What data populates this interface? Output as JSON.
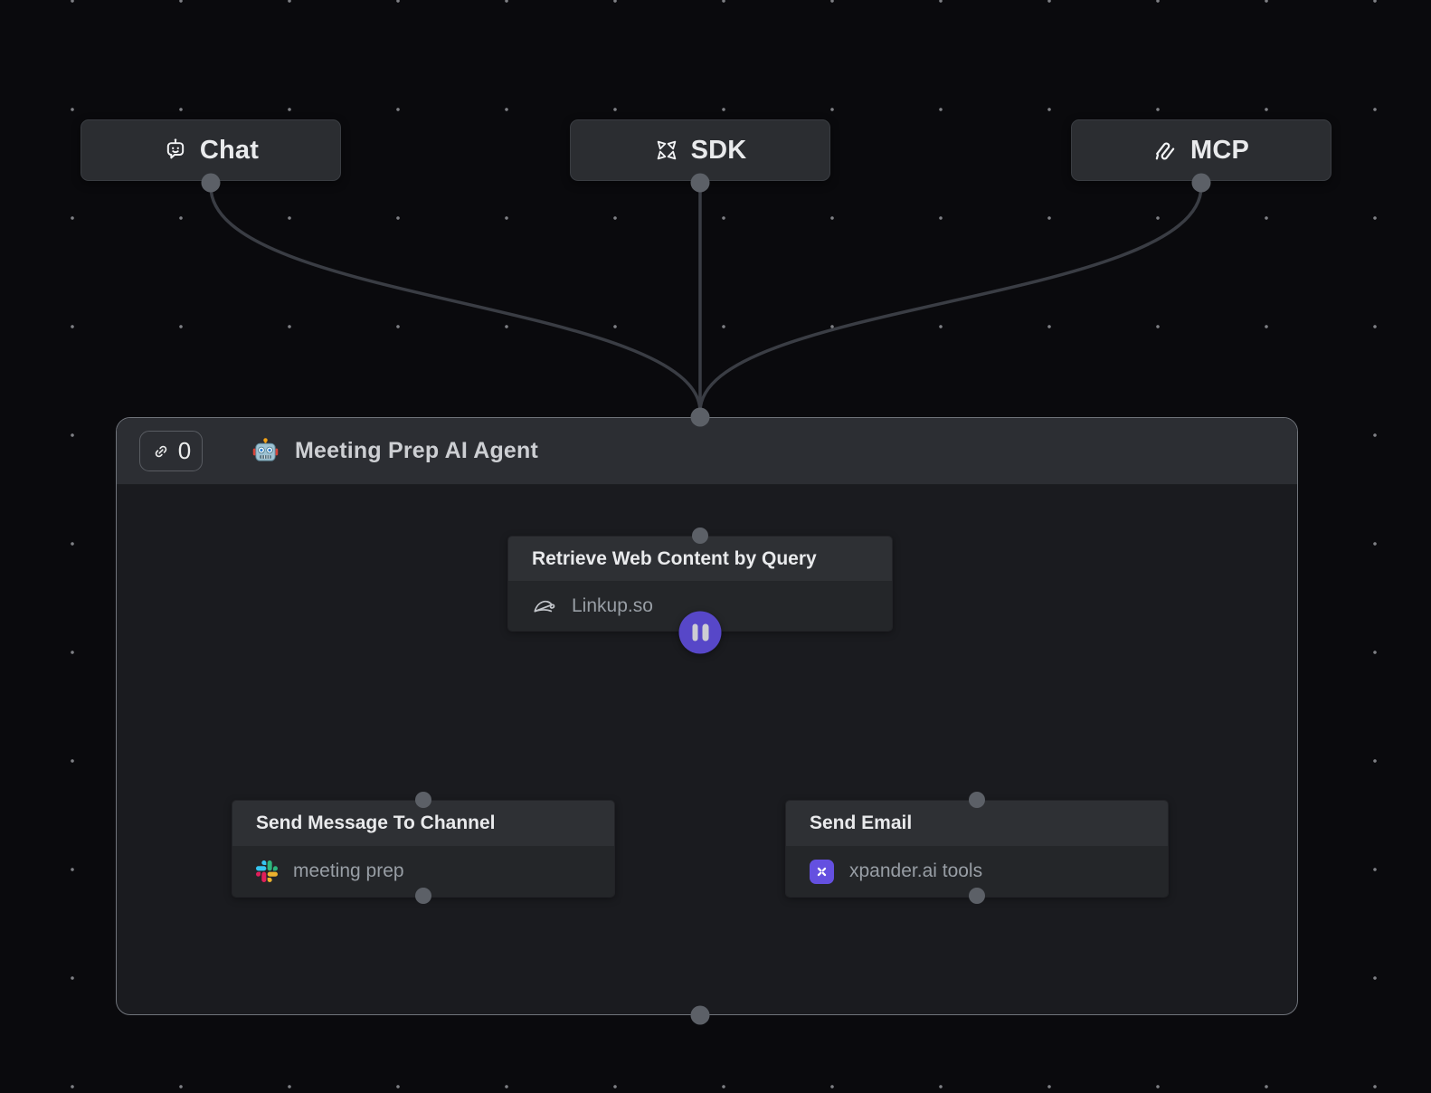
{
  "canvas": {
    "type": "agent-graph"
  },
  "entry_nodes": [
    {
      "id": "chat",
      "label": "Chat",
      "icon": "bot-chat-icon"
    },
    {
      "id": "sdk",
      "label": "SDK",
      "icon": "xpander-mark-icon"
    },
    {
      "id": "mcp",
      "label": "MCP",
      "icon": "mcp-icon"
    }
  ],
  "agent": {
    "title": "Meeting Prep AI Agent",
    "emoji_icon": "robot-emoji",
    "link_badge": {
      "icon": "link-icon",
      "count": "0"
    },
    "tools": [
      {
        "id": "retrieve-web-content",
        "title": "Retrieve Web Content by Query",
        "provider": "Linkup.so",
        "icon": "linkup-icon"
      },
      {
        "id": "send-message-to-channel",
        "title": "Send Message To Channel",
        "provider": "meeting prep",
        "icon": "slack-icon"
      },
      {
        "id": "send-email",
        "title": "Send Email",
        "provider": "xpander.ai tools",
        "icon": "xpander-icon"
      }
    ],
    "branch_control": {
      "icon": "pause-icon",
      "state": "paused"
    }
  },
  "colors": {
    "bg": "#0a0a0d",
    "edge": "#3a3d44",
    "handle": "#5c6067",
    "accent": "#5747c8",
    "container-border": "#70747b",
    "xpander-tile": "#6450e0",
    "slack-blue": "#36C5F0",
    "slack-green": "#2EB67D",
    "slack-red": "#E01E5A",
    "slack-yellow": "#ECB22E"
  }
}
